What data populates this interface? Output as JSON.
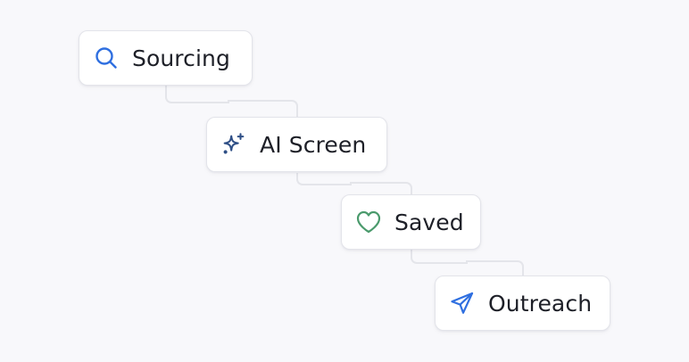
{
  "pipeline": {
    "steps": [
      {
        "label": "Sourcing",
        "icon": "search-icon",
        "color": "#2f6fe0"
      },
      {
        "label": "AI Screen",
        "icon": "sparkles-icon",
        "color": "#2f4f86"
      },
      {
        "label": "Saved",
        "icon": "heart-icon",
        "color": "#4a9a6c"
      },
      {
        "label": "Outreach",
        "icon": "send-icon",
        "color": "#2f6fe0"
      }
    ]
  },
  "colors": {
    "background": "#f8f8fb",
    "card_border": "#e3e4ea",
    "connector": "#e4e5ea",
    "text": "#1d1f27"
  }
}
